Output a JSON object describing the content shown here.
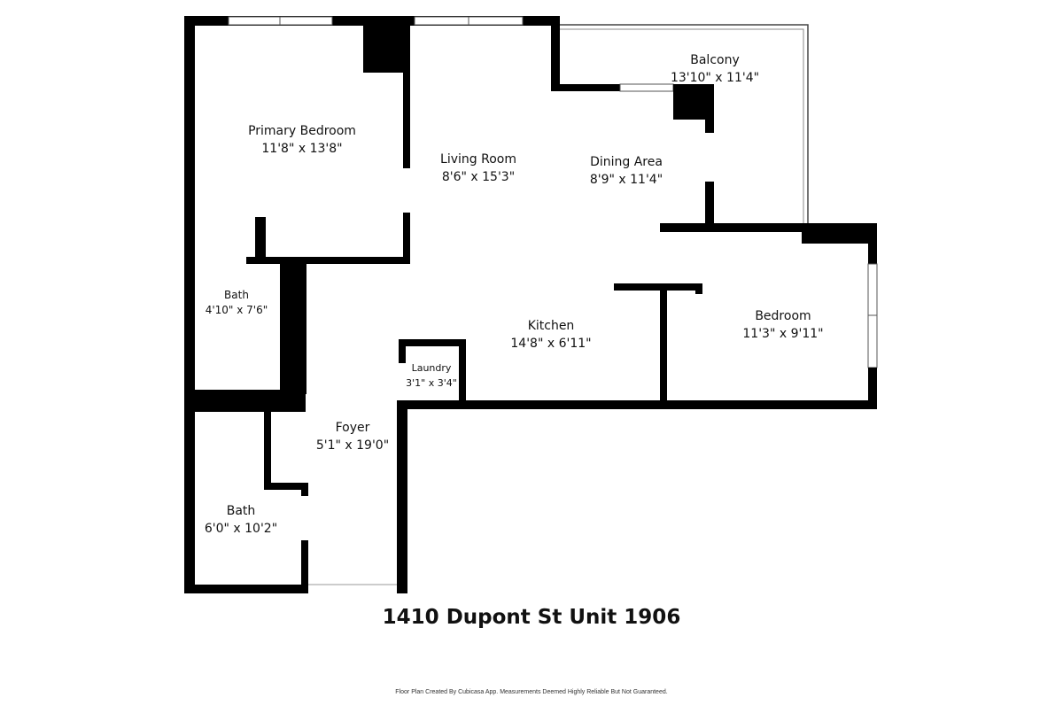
{
  "title": "1410 Dupont St Unit 1906",
  "footer": "Floor Plan Created By Cubicasa App. Measurements Deemed Highly Reliable But Not Guaranteed.",
  "rooms": [
    {
      "name": "Primary Bedroom",
      "size": "11'8\" x 13'8\""
    },
    {
      "name": "Living Room",
      "size": "8'6\" x 15'3\""
    },
    {
      "name": "Dining Area",
      "size": "8'9\" x 11'4\""
    },
    {
      "name": "Balcony",
      "size": "13'10\" x 11'4\""
    },
    {
      "name": "Bath",
      "size": "4'10\" x 7'6\""
    },
    {
      "name": "Kitchen",
      "size": "14'8\" x 6'11\""
    },
    {
      "name": "Bedroom",
      "size": "11'3\" x 9'11\""
    },
    {
      "name": "Laundry",
      "size": "3'1\" x 3'4\""
    },
    {
      "name": "Foyer",
      "size": "5'1\" x 19'0\""
    },
    {
      "name": "Bath",
      "size": "6'0\" x 10'2\""
    }
  ]
}
